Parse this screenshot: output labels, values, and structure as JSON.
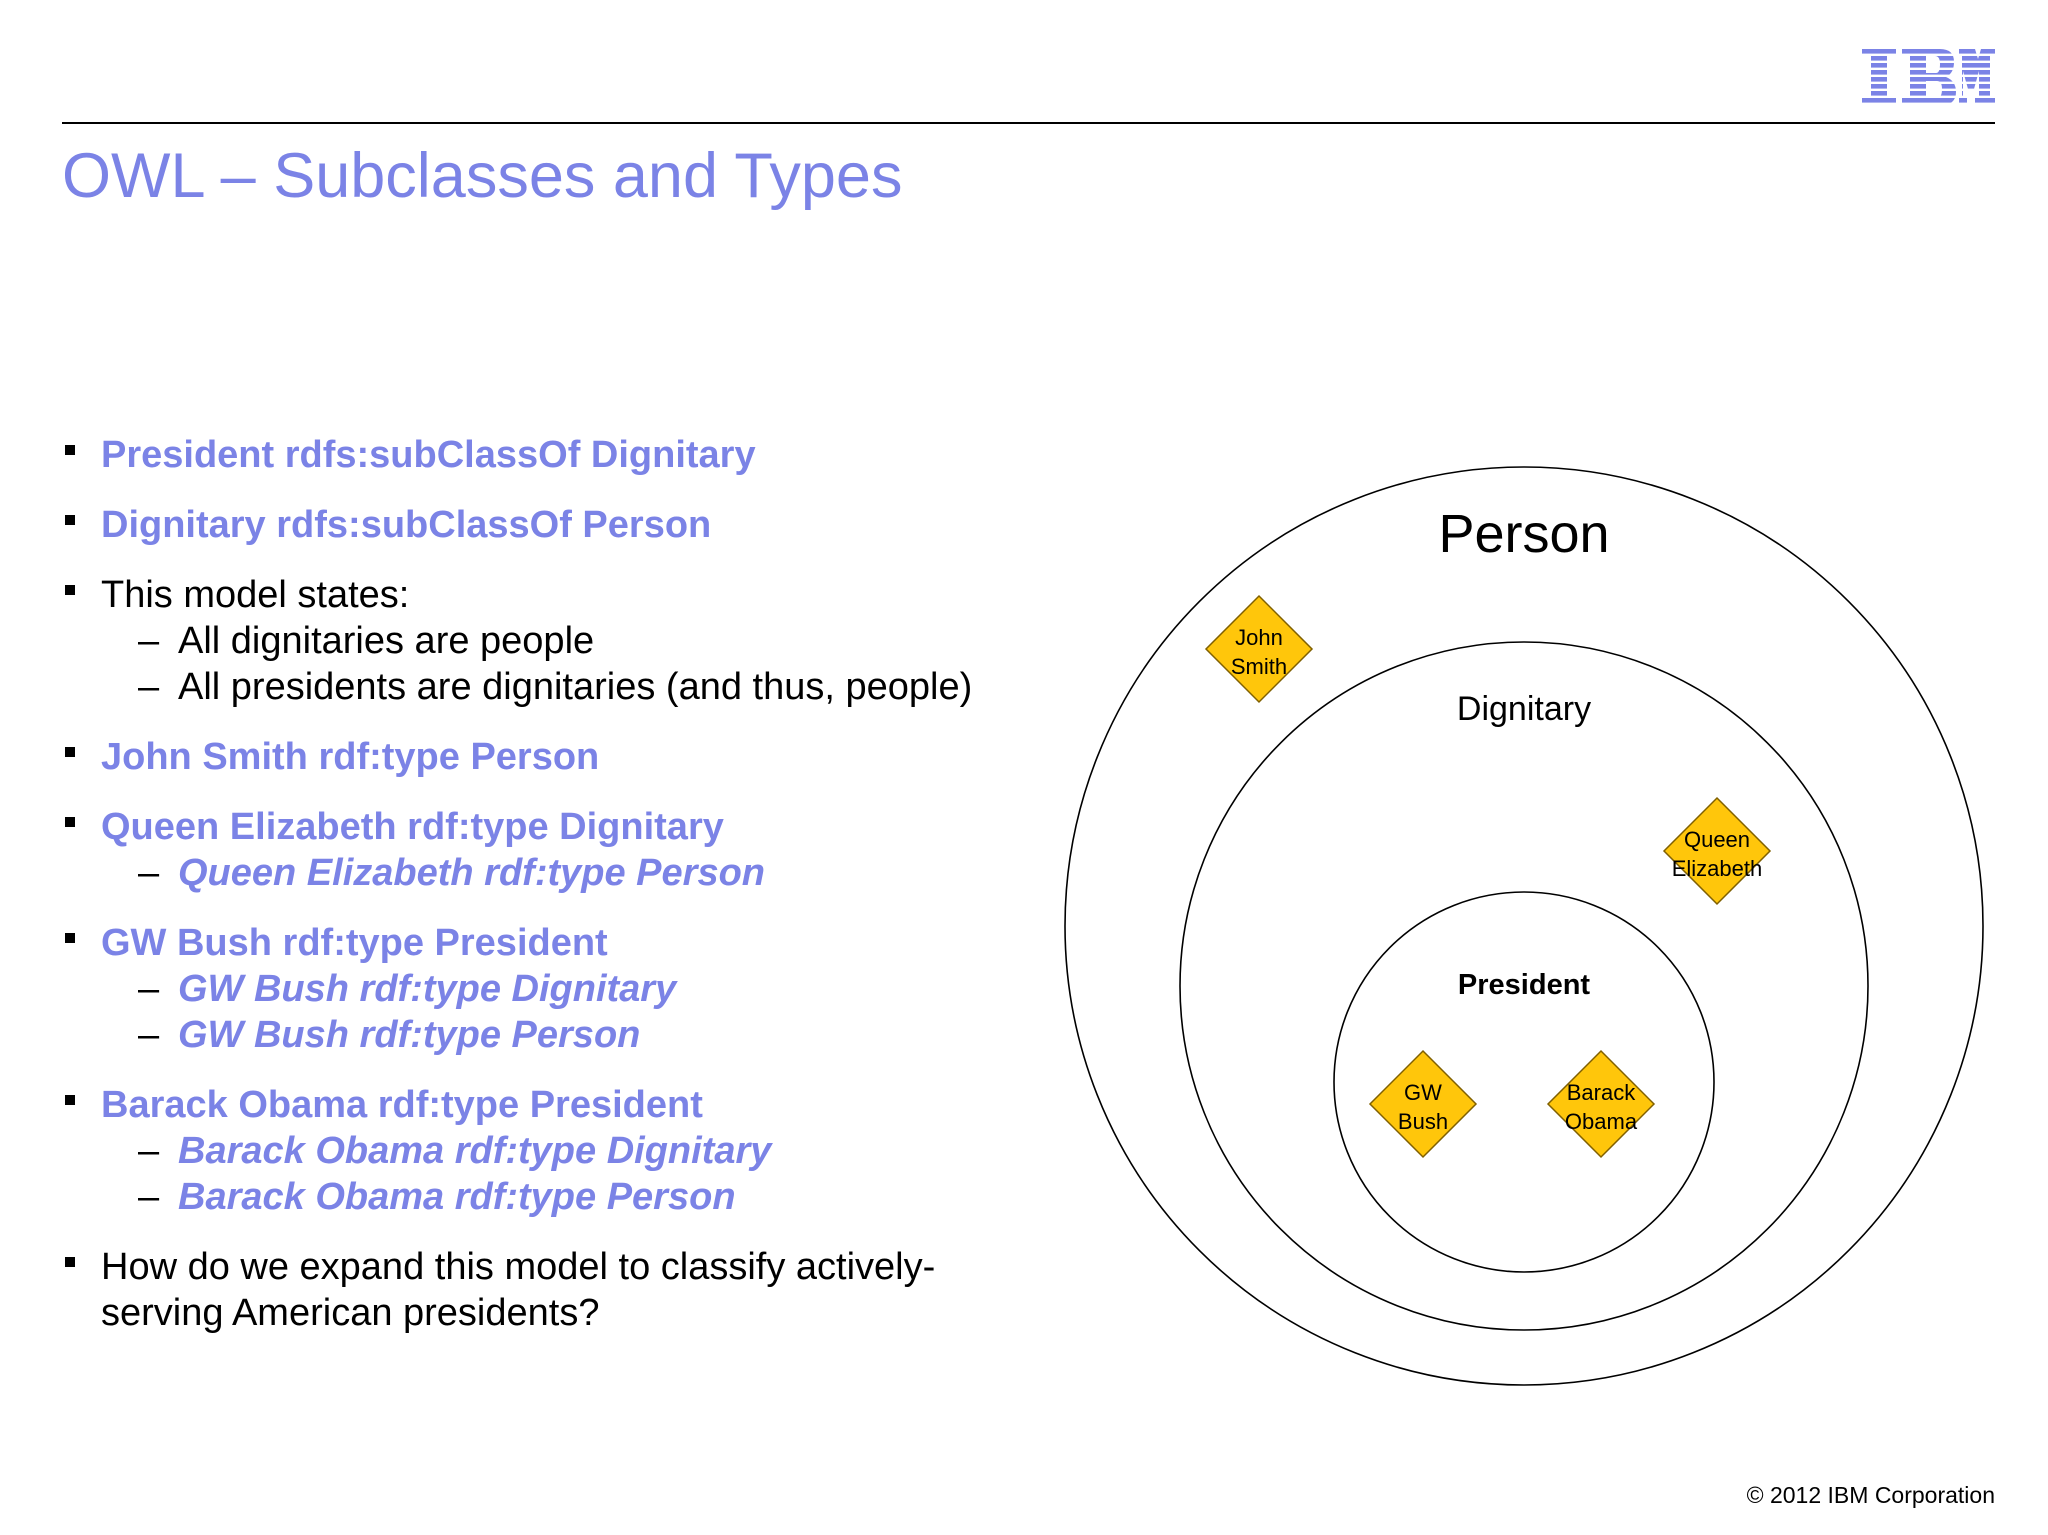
{
  "header": {
    "logo_text": "IBM",
    "title": "OWL – Subclasses and Types"
  },
  "bullets": [
    {
      "text": "President rdfs:subClassOf Dignitary",
      "style": "blue",
      "subs": []
    },
    {
      "text": "Dignitary rdfs:subClassOf Person",
      "style": "blue",
      "subs": []
    },
    {
      "text": "This model states:",
      "style": "black",
      "subs": [
        {
          "text": "All dignitaries are people",
          "style": "black"
        },
        {
          "text": "All presidents are dignitaries (and thus, people)",
          "style": "black"
        }
      ]
    },
    {
      "text": "John Smith rdf:type Person",
      "style": "blue",
      "subs": []
    },
    {
      "text": "Queen Elizabeth rdf:type Dignitary",
      "style": "blue",
      "subs": [
        {
          "text": "Queen Elizabeth rdf:type Person",
          "style": "blue-i"
        }
      ]
    },
    {
      "text": "GW Bush rdf:type President",
      "style": "blue",
      "subs": [
        {
          "text": "GW Bush rdf:type Dignitary",
          "style": "blue-i"
        },
        {
          "text": "GW Bush rdf:type Person",
          "style": "blue-i"
        }
      ]
    },
    {
      "text": "Barack Obama rdf:type President",
      "style": "blue",
      "subs": [
        {
          "text": "Barack Obama rdf:type Dignitary",
          "style": "blue-i"
        },
        {
          "text": "Barack Obama rdf:type Person",
          "style": "blue-i"
        }
      ]
    },
    {
      "text": "How do we expand this model to classify actively-serving American presidents?",
      "style": "black",
      "subs": []
    }
  ],
  "diagram": {
    "classes": {
      "person": "Person",
      "dignitary": "Dignitary",
      "president": "President"
    },
    "individuals": [
      {
        "key": "john-smith",
        "lines": [
          "John",
          "Smith"
        ]
      },
      {
        "key": "queen-elizabeth",
        "lines": [
          "Queen",
          "Elizabeth"
        ]
      },
      {
        "key": "gw-bush",
        "lines": [
          "GW",
          "Bush"
        ]
      },
      {
        "key": "barack-obama",
        "lines": [
          "Barack",
          "Obama"
        ]
      }
    ],
    "colors": {
      "diamond_fill": "#FFC60B",
      "diamond_stroke": "#806000"
    }
  },
  "footer": {
    "copyright": "© 2012 IBM Corporation"
  },
  "colors": {
    "title": "#7B83E6",
    "accent_text": "#7B83E6"
  }
}
